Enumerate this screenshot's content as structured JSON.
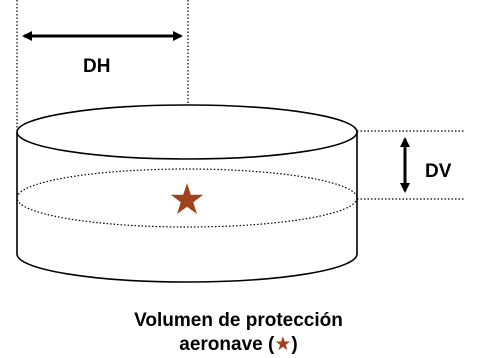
{
  "labels": {
    "horizontal_distance": "DH",
    "vertical_distance": "DV"
  },
  "caption": {
    "line1": "Volumen de protección",
    "line2_prefix": "aeronave (",
    "line2_star": "★",
    "line2_suffix": ")"
  },
  "colors": {
    "star": "#a0421c",
    "lines": "#000000"
  },
  "icons": {
    "aircraft_marker": "star-icon"
  }
}
